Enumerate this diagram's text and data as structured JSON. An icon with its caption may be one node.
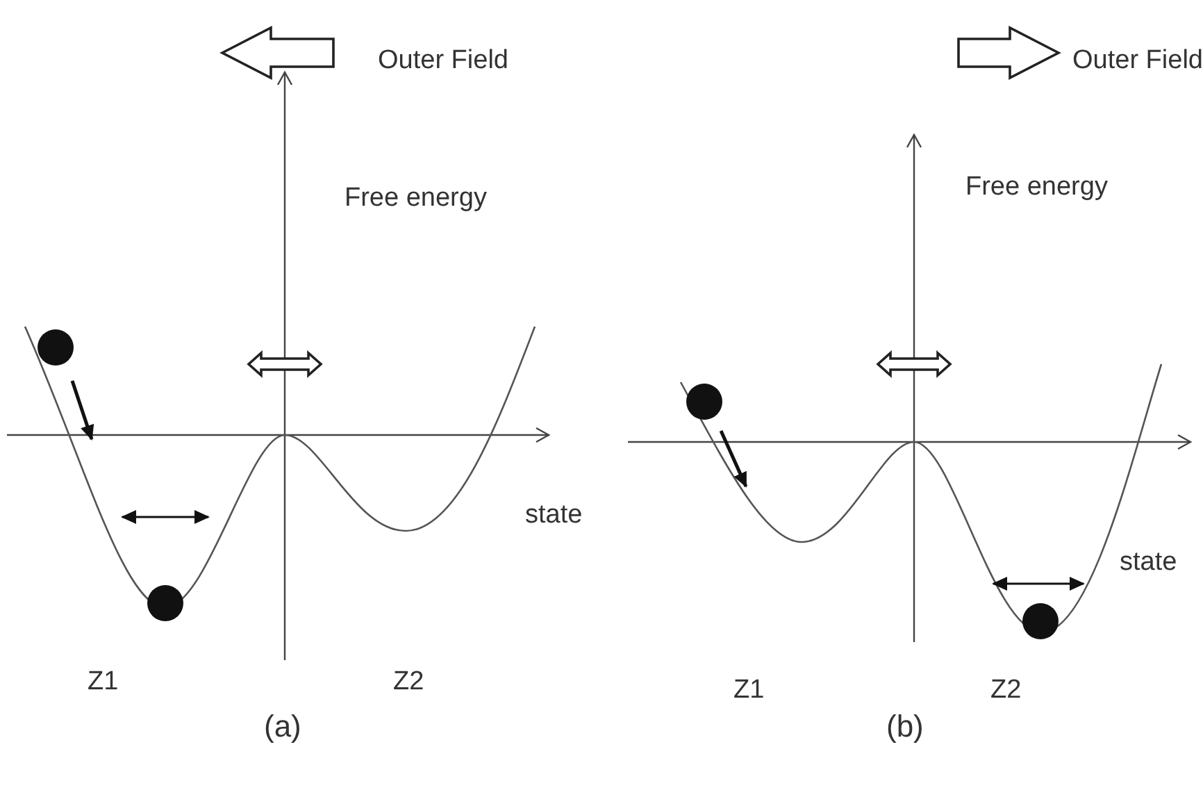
{
  "diagram": {
    "labels": [
      "Outer Field",
      "Free energy",
      "state",
      "Z1",
      "Z2",
      "(a)",
      "Outer Field",
      "Free energy",
      "state",
      "Z1",
      "Z2",
      "(b)"
    ]
  }
}
